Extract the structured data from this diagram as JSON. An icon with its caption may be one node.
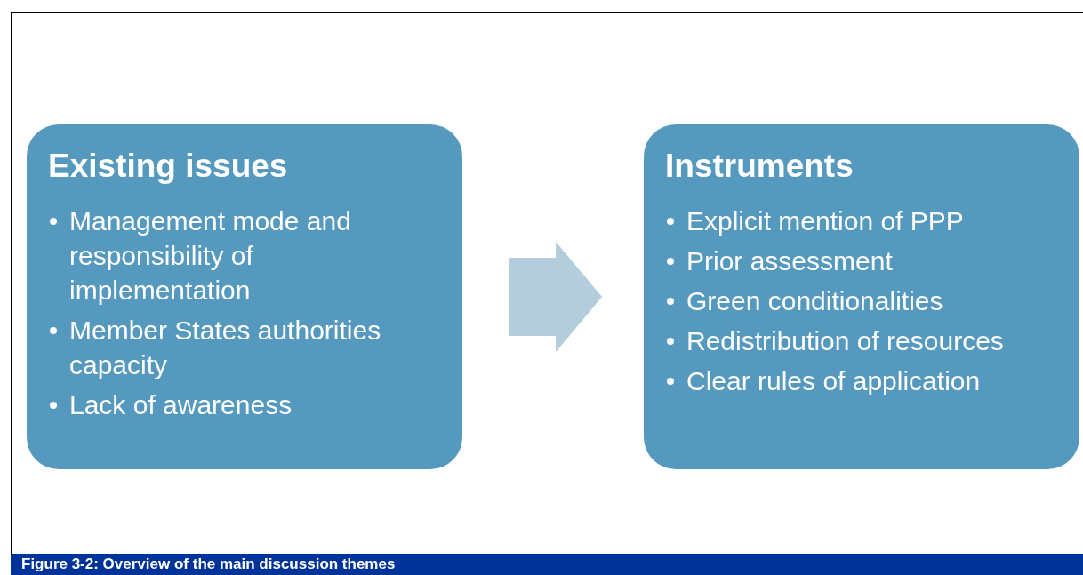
{
  "diagram": {
    "caption": "Figure 3-2:  Overview of the main discussion themes",
    "nodes": [
      {
        "text": [
          "Existing issues",
          "Management mode and responsibility of implementation",
          "Member States authorities capacity",
          "Lack of awareness"
        ]
      },
      {
        "text": [
          "Instruments",
          "Explicit mention of PPP",
          "Prior assessment",
          "Green conditionalities",
          "Redistribution of resources",
          "Clear rules of application"
        ]
      }
    ],
    "edges": [
      {
        "from": 0,
        "to": 1,
        "arrow": "to",
        "style": "thick"
      }
    ]
  }
}
